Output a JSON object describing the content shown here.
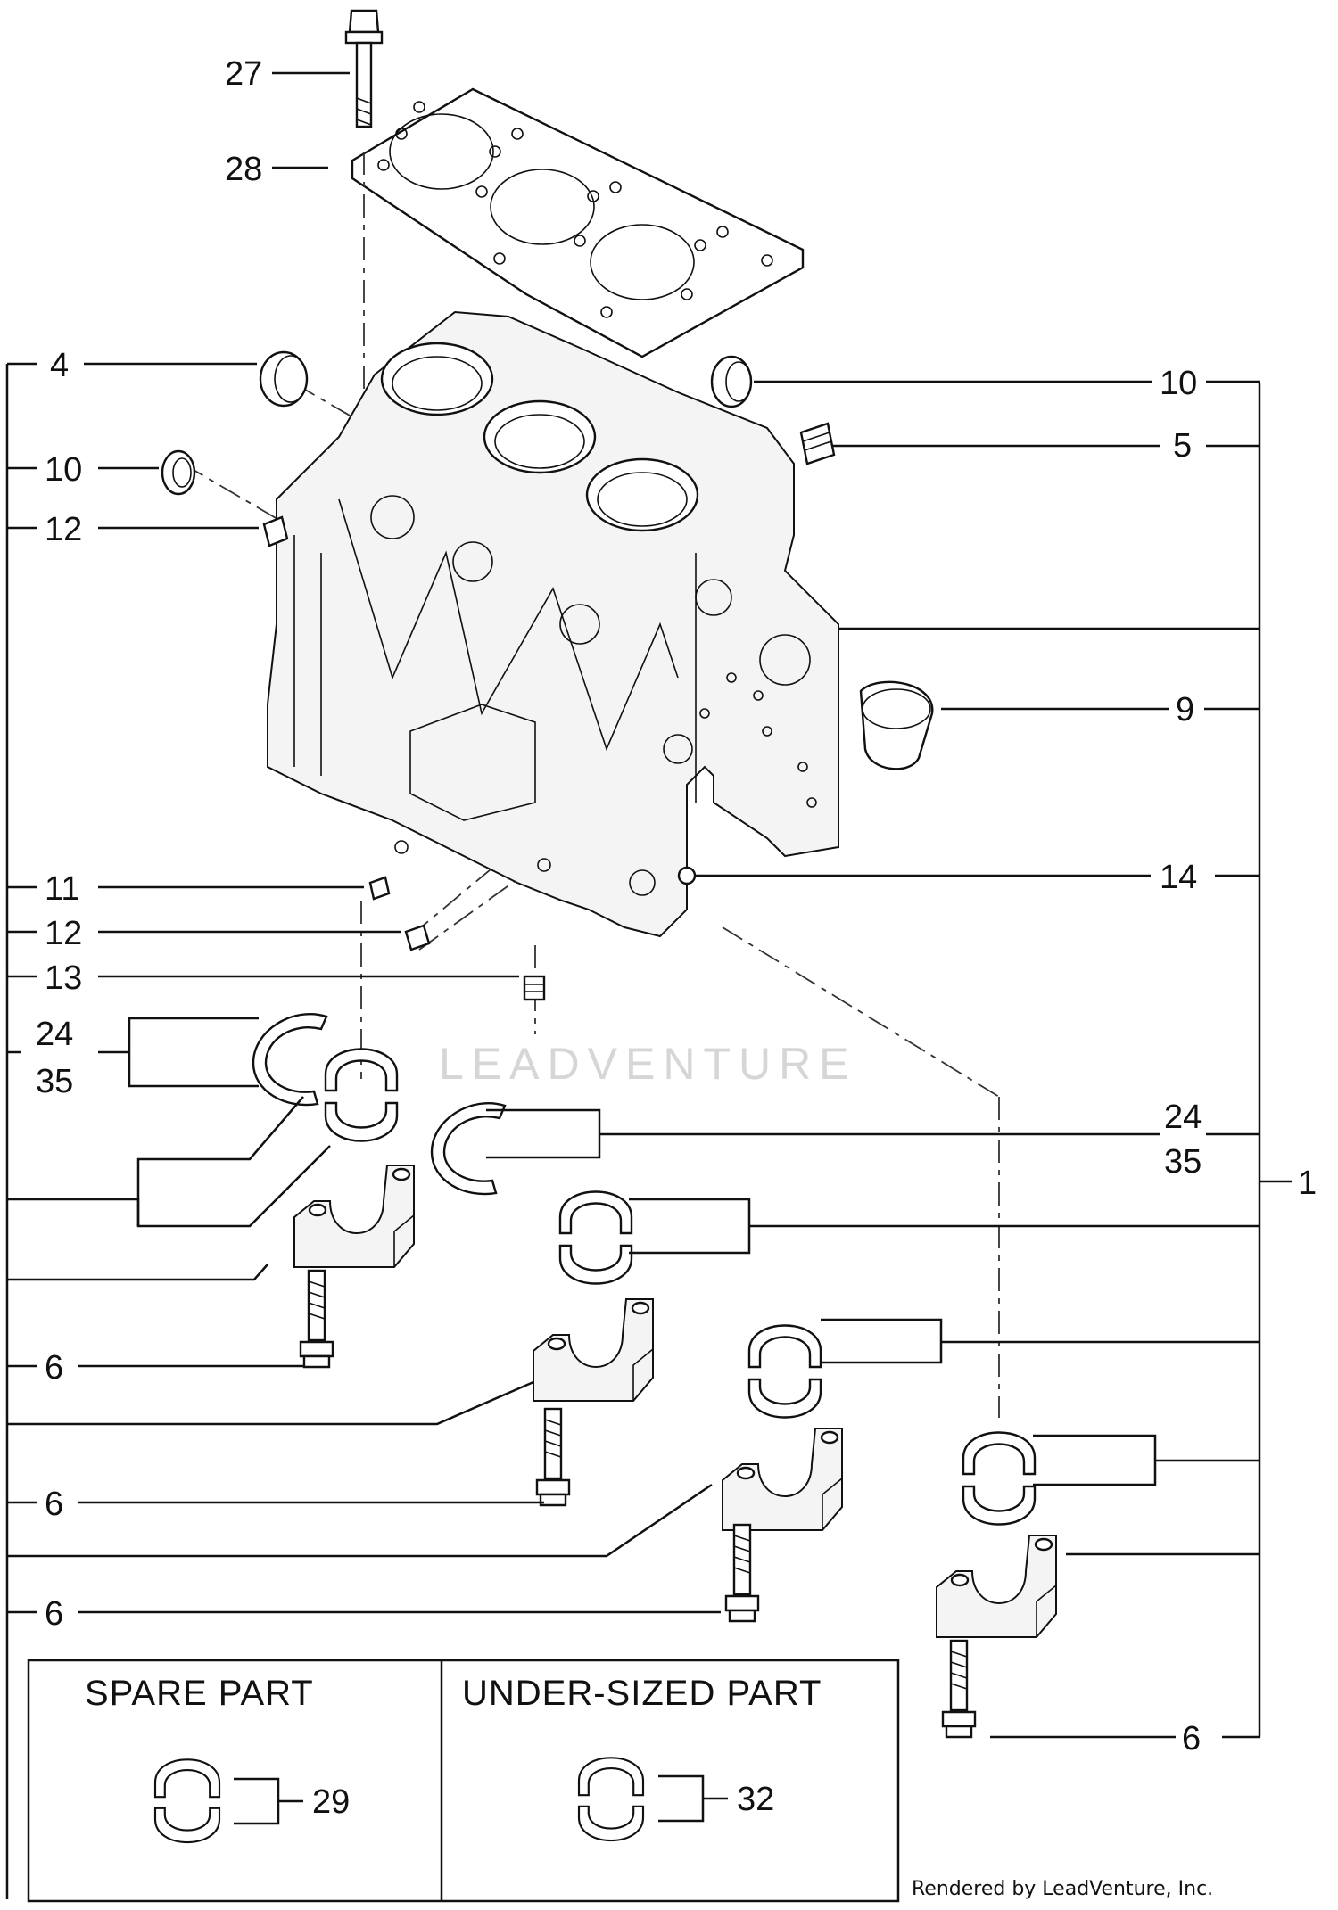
{
  "callouts": {
    "c27": "27",
    "c28": "28",
    "c4": "4",
    "c10_right": "10",
    "c5": "5",
    "c10_left": "10",
    "c12_top": "12",
    "c9": "9",
    "c11": "11",
    "c14": "14",
    "c12_bottom": "12",
    "c13": "13",
    "c24_left": "24",
    "c35_left": "35",
    "c24_right": "24",
    "c35_right": "35",
    "c1": "1",
    "c6_a": "6",
    "c6_b": "6",
    "c6_c": "6",
    "c6_d": "6",
    "c29": "29",
    "c32": "32"
  },
  "legend": {
    "spare_title": "SPARE PART",
    "undersized_title": "UNDER-SIZED PART"
  },
  "watermark": "LEADVENTURE",
  "footer": "Rendered by LeadVenture, Inc."
}
